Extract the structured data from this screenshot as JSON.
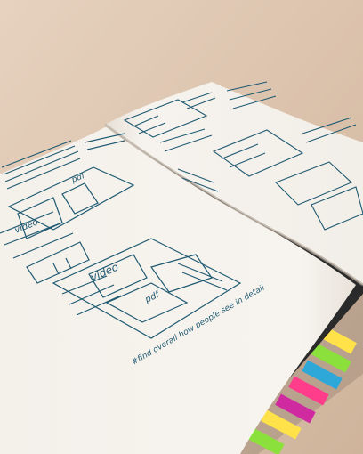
{
  "photo": {
    "sketch_labels": {
      "video_left": "video",
      "pdf_top": "pdf",
      "video_main": "video",
      "pdf_main": "pdf",
      "caption": "#find overall how people see in detail"
    },
    "colors": {
      "table": "#dcc3ad",
      "page": "#f7f4ef",
      "ink": "#1f5a72",
      "flag_pink": "#ff3d8b",
      "flag_yellow": "#ffe14a",
      "flag_green": "#8ce03c",
      "flag_blue": "#2ea8d8",
      "flag_magenta": "#d02aa0"
    }
  }
}
